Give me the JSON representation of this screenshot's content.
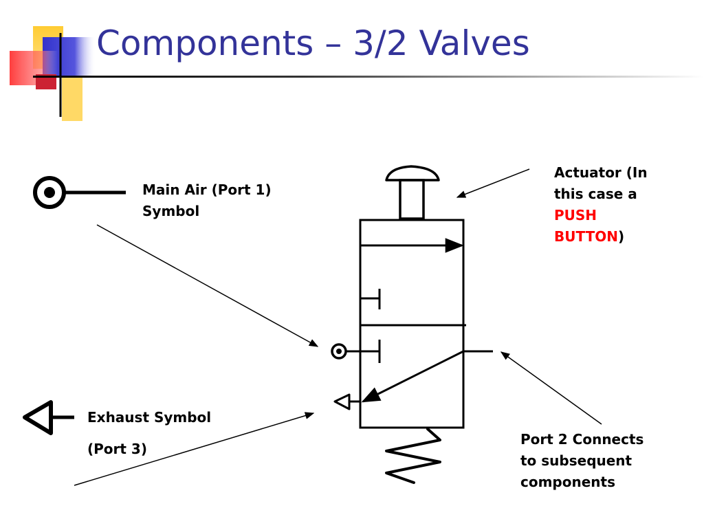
{
  "slide": {
    "title": "Components – 3/2 Valves"
  },
  "labels": {
    "main_air_line1": "Main Air (Port 1)",
    "main_air_line2": "Symbol",
    "actuator_line1": "Actuator (In",
    "actuator_line2": "this case a",
    "actuator_line3": "PUSH",
    "actuator_line4": "BUTTON",
    "actuator_close": ")",
    "exhaust_line1": "Exhaust Symbol",
    "exhaust_line2": "(Port 3)",
    "port2_line1": "Port 2 Connects",
    "port2_line2": "to subsequent",
    "port2_line3": "components"
  },
  "colors": {
    "title": "#333399",
    "highlight": "#ff0000",
    "logo_yellow": "#ffcc33",
    "logo_blue": "#3333cc",
    "logo_red": "#ff3333"
  }
}
